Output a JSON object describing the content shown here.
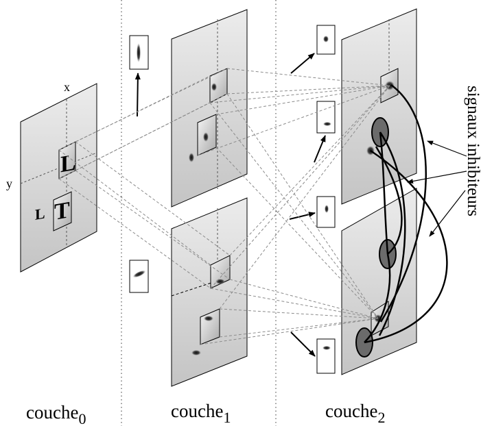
{
  "axes": {
    "x": "x",
    "y": "y"
  },
  "layers": [
    {
      "name": "couche",
      "index": "0"
    },
    {
      "name": "couche",
      "index": "1"
    },
    {
      "name": "couche",
      "index": "2"
    }
  ],
  "inhibitory_label": "signaux inhibiteurs",
  "letters": {
    "attended": "L",
    "distractor_small": "L",
    "distractor_big": "T"
  }
}
